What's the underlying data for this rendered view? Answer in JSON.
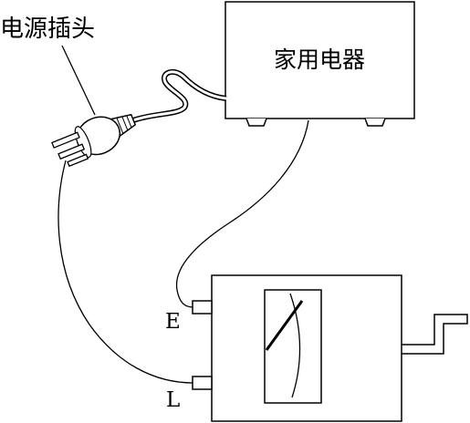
{
  "labels": {
    "plug_label": "电源插头",
    "appliance": "家用电器",
    "terminal_e": "E",
    "terminal_l": "L"
  },
  "colors": {
    "line": "#000000",
    "background": "#ffffff"
  }
}
